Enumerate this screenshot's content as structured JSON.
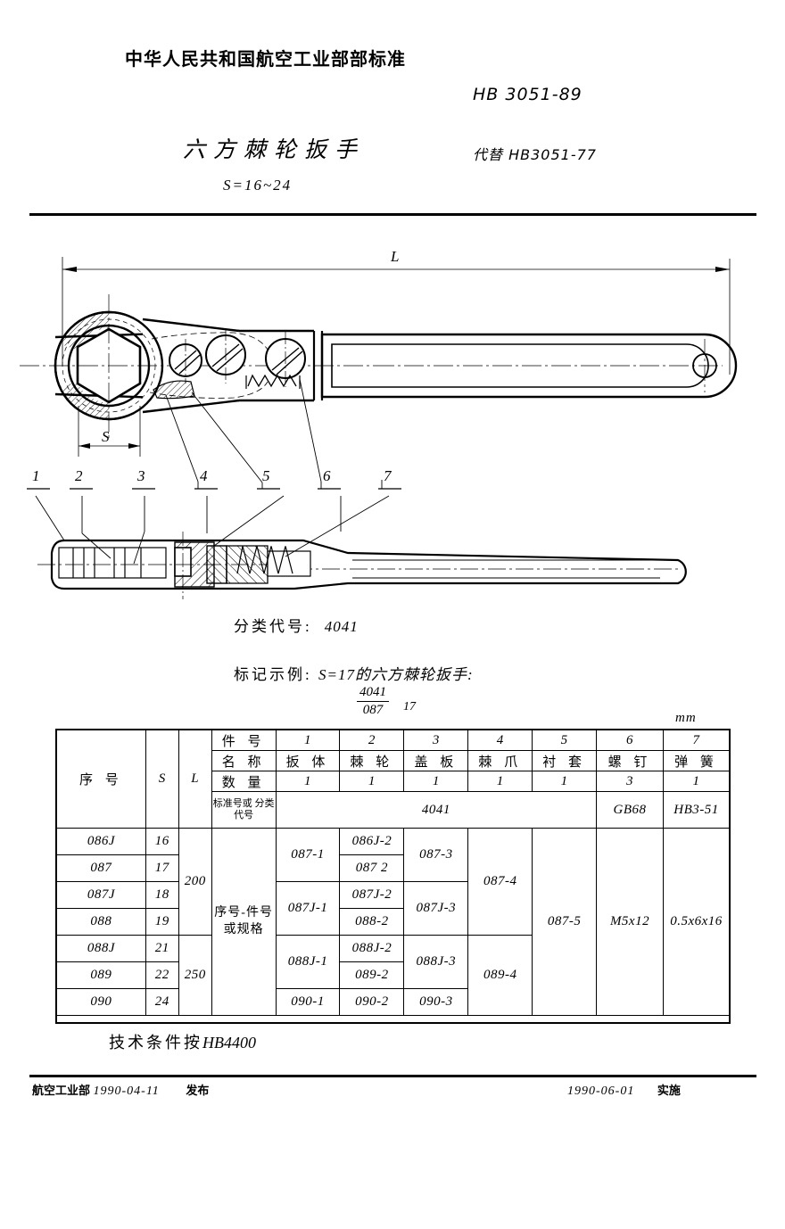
{
  "header": {
    "ministry": "中华人民共和国航空工业部部标准",
    "std_number": "HB 3051-89",
    "title": "六方棘轮扳手",
    "replaces": "代替 HB3051-77",
    "size_range": "S=16~24"
  },
  "drawing": {
    "dim_length": "L",
    "dim_width": "S",
    "callouts": [
      "1",
      "2",
      "3",
      "4",
      "5",
      "6",
      "7"
    ]
  },
  "notes": {
    "class_label": "分类代号:",
    "class_value": "4041",
    "mark_label": "标记示例:",
    "mark_value": "S=17的六方棘轮扳手:",
    "mark_numerator": "4041",
    "mark_denominator": "087",
    "mark_suffix": "17"
  },
  "table": {
    "unit": "mm",
    "col_seq": "序  号",
    "col_s": "S",
    "col_l": "L",
    "row_part_no": "件  号",
    "row_name": "名  称",
    "row_qty": "数  量",
    "row_std": "标准号或\n分类代号",
    "merged_spec_label": "序号-件号\n或规格",
    "part_numbers": [
      "1",
      "2",
      "3",
      "4",
      "5",
      "6",
      "7"
    ],
    "part_names": [
      "扳 体",
      "棘 轮",
      "盖 板",
      "棘 爪",
      "衬 套",
      "螺 钉",
      "弹 簧"
    ],
    "quantities": [
      "1",
      "1",
      "1",
      "1",
      "1",
      "3",
      "1"
    ],
    "standards": {
      "merged_4041": "4041",
      "screw": "GB68",
      "spring": "HB3-51"
    },
    "rows": [
      {
        "seq": "086J",
        "s": "16"
      },
      {
        "seq": "087",
        "s": "17"
      },
      {
        "seq": "087J",
        "s": "18"
      },
      {
        "seq": "088",
        "s": "19"
      },
      {
        "seq": "088J",
        "s": "21"
      },
      {
        "seq": "089",
        "s": "22"
      },
      {
        "seq": "090",
        "s": "24"
      }
    ],
    "l_values": {
      "g1": "200",
      "g2": "250"
    },
    "part1": {
      "a": "087-1",
      "b": "087J-1",
      "c": "088J-1",
      "d": "090-1"
    },
    "part2": [
      "086J-2",
      "087  2",
      "087J-2",
      "088-2",
      "088J-2",
      "089-2",
      "090-2"
    ],
    "part3": {
      "a": "087-3",
      "b": "087J-3",
      "c": "088J-3",
      "d": "090-3"
    },
    "part4": {
      "a": "087-4",
      "b": "089-4"
    },
    "part5": "087-5",
    "part6": "M5x12",
    "part7": "0.5x6x16"
  },
  "tech_condition": {
    "label": "技术条件按",
    "value": "HB4400"
  },
  "footer": {
    "issuer": "航空工业部",
    "issue_date": "1990-04-11",
    "issue_word": "发布",
    "effective_date": "1990-06-01",
    "effective_word": "实施"
  }
}
